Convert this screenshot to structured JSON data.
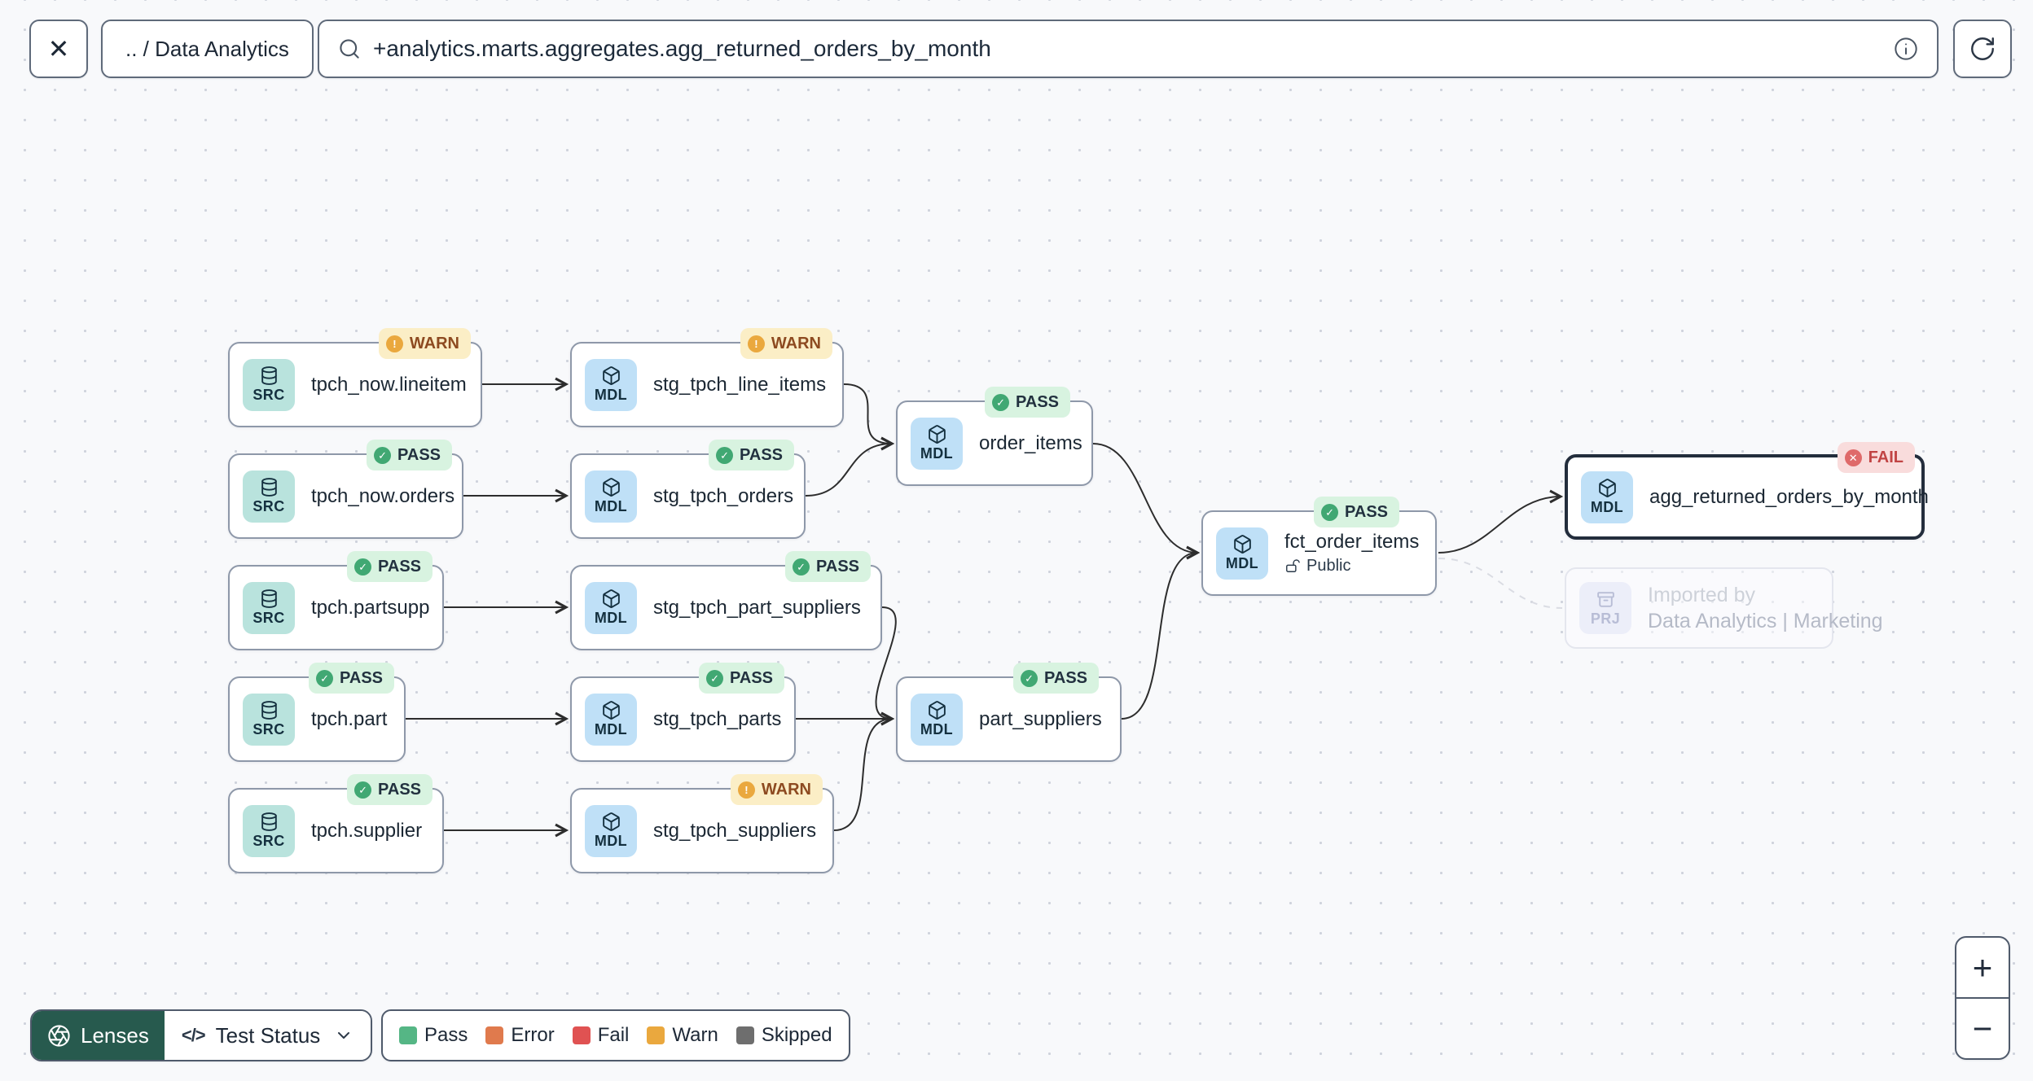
{
  "topbar": {
    "close_icon_glyph": "✕",
    "breadcrumb": ".. / Data Analytics",
    "search_value": "+analytics.marts.aggregates.agg_returned_orders_by_month"
  },
  "badge_icons": {
    "PASS": "✓",
    "WARN": "!",
    "FAIL": "✕"
  },
  "nodes": [
    {
      "kind": "SRC",
      "label": "tpch_now.lineitem",
      "status": "WARN"
    },
    {
      "kind": "MDL",
      "label": "stg_tpch_line_items",
      "status": "WARN"
    },
    {
      "kind": "SRC",
      "label": "tpch_now.orders",
      "status": "PASS"
    },
    {
      "kind": "MDL",
      "label": "stg_tpch_orders",
      "status": "PASS"
    },
    {
      "kind": "MDL",
      "label": "order_items",
      "status": "PASS"
    },
    {
      "kind": "SRC",
      "label": "tpch.partsupp",
      "status": "PASS"
    },
    {
      "kind": "MDL",
      "label": "stg_tpch_part_suppliers",
      "status": "PASS"
    },
    {
      "kind": "SRC",
      "label": "tpch.part",
      "status": "PASS"
    },
    {
      "kind": "MDL",
      "label": "stg_tpch_parts",
      "status": "PASS"
    },
    {
      "kind": "MDL",
      "label": "part_suppliers",
      "status": "PASS"
    },
    {
      "kind": "SRC",
      "label": "tpch.supplier",
      "status": "PASS"
    },
    {
      "kind": "MDL",
      "label": "stg_tpch_suppliers",
      "status": "WARN"
    },
    {
      "kind": "MDL",
      "label": "fct_order_items",
      "status": "PASS",
      "access": "Public"
    },
    {
      "kind": "MDL",
      "label": "agg_returned_orders_by_month",
      "status": "FAIL",
      "selected": true
    },
    {
      "kind": "PRJ",
      "label": "Imported by",
      "sublabel": "Data Analytics | Marketing",
      "ghost": true
    }
  ],
  "footer": {
    "lenses_label": "Lenses",
    "lens_value": "Test Status",
    "code_icon_glyph": "</>",
    "legend": [
      {
        "label": "Pass",
        "color": "#55b685"
      },
      {
        "label": "Error",
        "color": "#e07a4d"
      },
      {
        "label": "Fail",
        "color": "#e05252"
      },
      {
        "label": "Warn",
        "color": "#eaa83e"
      },
      {
        "label": "Skipped",
        "color": "#6e6e6e"
      }
    ]
  },
  "zoom_controls": {
    "zoom_in": "+",
    "zoom_out": "−"
  },
  "colors": {
    "canvas_bg": "#f8f9fb",
    "node_border": "#8e98a9",
    "selected_node_border": "#232d3c",
    "src_block_bg": "#b9e3dd",
    "mdl_block_bg": "#bfe0f7",
    "prj_block_bg": "#eceef9",
    "pass_badge_bg": "#d8f3e0",
    "pass_badge_dot": "#41a873",
    "pass_badge_text": "#22313f",
    "warn_badge_bg": "#fbeec6",
    "warn_badge_dot": "#eaa83e",
    "warn_badge_text": "#8d4a20",
    "fail_badge_bg": "#f9dcdc",
    "fail_badge_dot": "#df6a6a",
    "fail_badge_text": "#c14444",
    "lenses_bg": "#275a4e",
    "edge": "#2d2d2d"
  }
}
